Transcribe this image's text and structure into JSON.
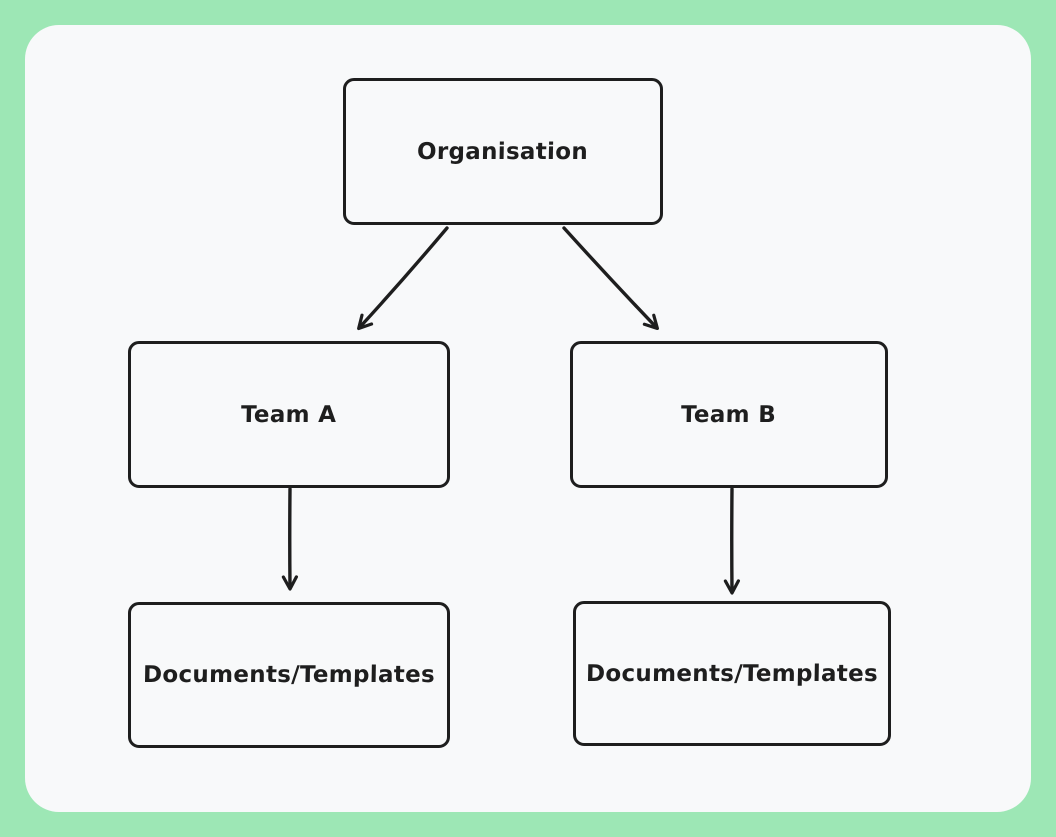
{
  "canvas": {
    "frame_color": "#9de7b5",
    "surface_color": "#f8f9fa",
    "stroke_color": "#1e1e1e"
  },
  "diagram": {
    "nodes": [
      {
        "id": "organisation",
        "label": "Organisation"
      },
      {
        "id": "team-a",
        "label": "Team A"
      },
      {
        "id": "team-b",
        "label": "Team B"
      },
      {
        "id": "docs-a",
        "label": "Documents/Templates"
      },
      {
        "id": "docs-b",
        "label": "Documents/Templates"
      }
    ],
    "edges": [
      {
        "from": "organisation",
        "to": "team-a"
      },
      {
        "from": "organisation",
        "to": "team-b"
      },
      {
        "from": "team-a",
        "to": "docs-a"
      },
      {
        "from": "team-b",
        "to": "docs-b"
      }
    ]
  }
}
